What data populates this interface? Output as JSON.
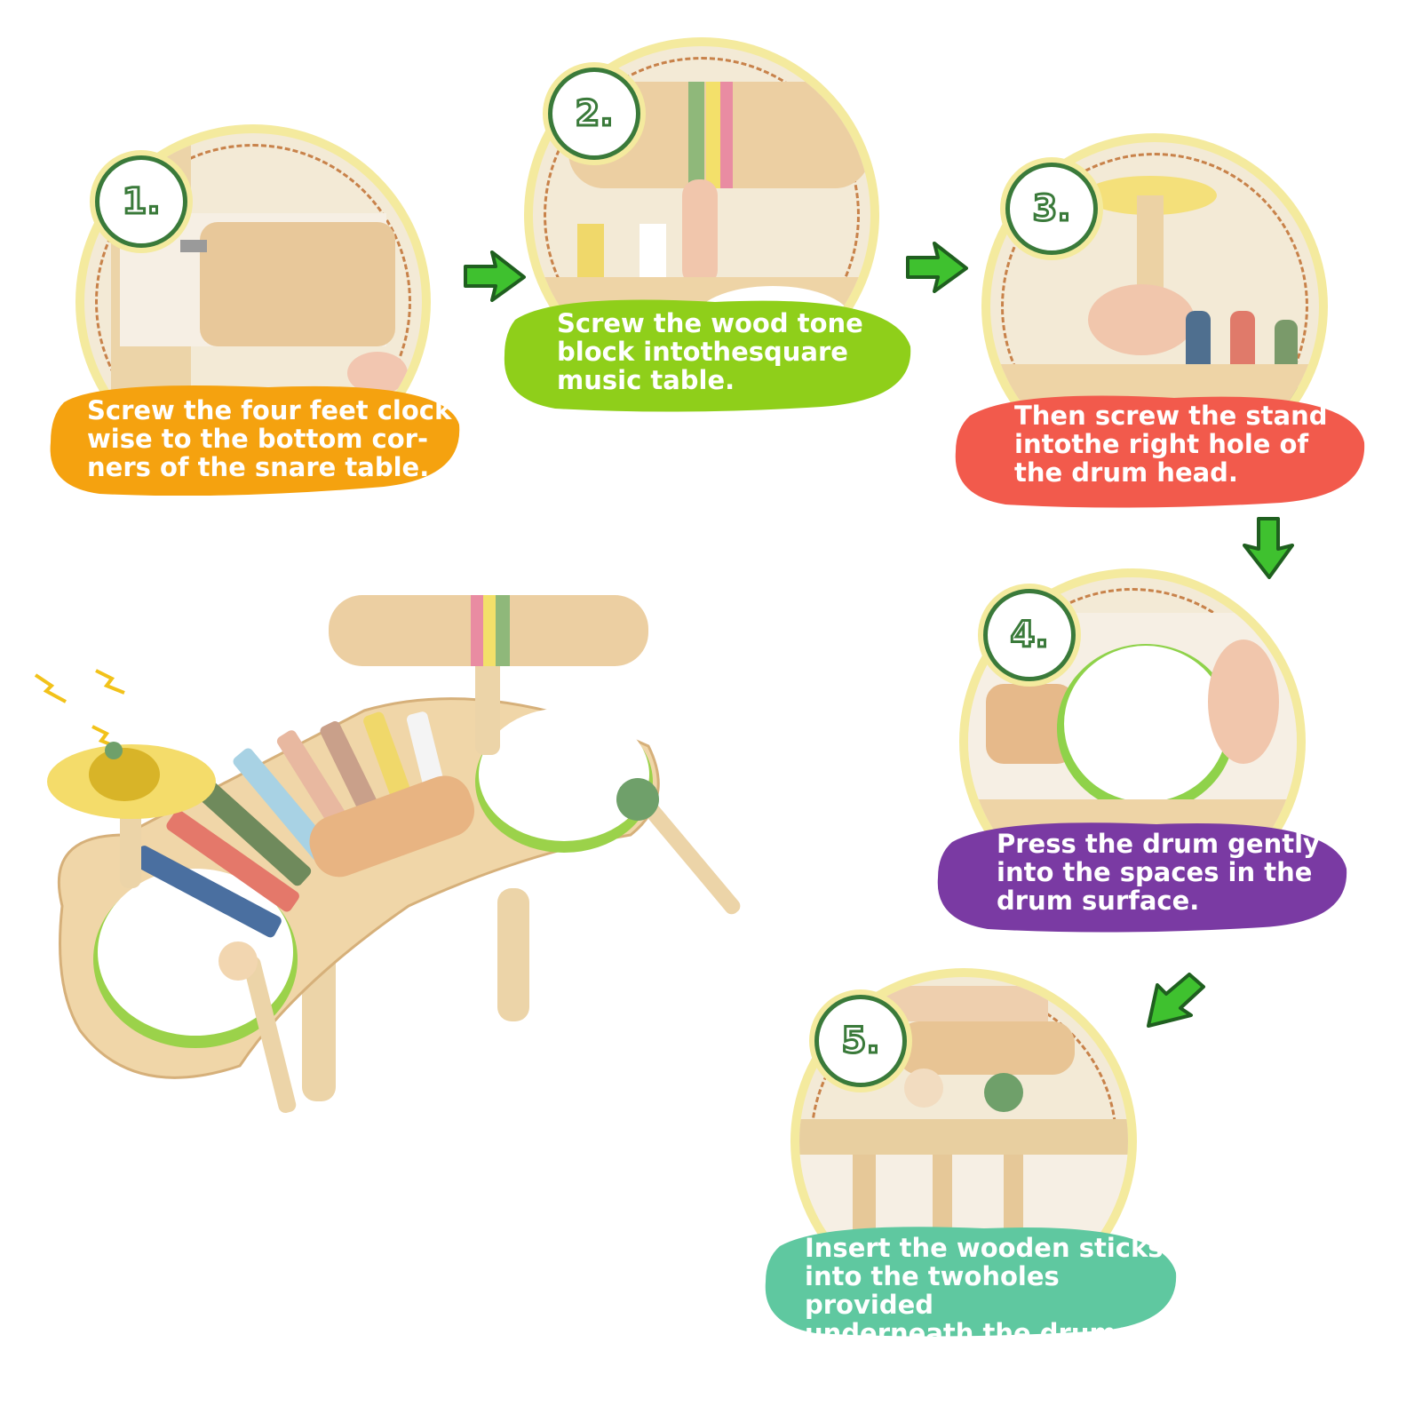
{
  "steps": [
    {
      "number": "1.",
      "text": "Screw the four feet clock-\nwise to the bottom cor-\nners of the snare table.",
      "color": "#f5a20f"
    },
    {
      "number": "2.",
      "text": "Screw the wood tone\nblock intothesquare\nmusic table.",
      "color": "#8fcf1a"
    },
    {
      "number": "3.",
      "text": "Then screw the stand\nintothe right hole of\nthe drum head.",
      "color": "#f25a4c"
    },
    {
      "number": "4.",
      "text": "Press the drum gently\ninto the spaces in the\ndrum surface.",
      "color": "#7a3aa3"
    },
    {
      "number": "5.",
      "text": "Insert the wooden sticks\ninto the twoholes provided\nunderneath the drums.",
      "color": "#5fc8a0"
    }
  ],
  "colors": {
    "arrow": "#3fc12f",
    "arrow_outline": "#1f5f1f",
    "wood": "#e9cda0",
    "circle_ring": "#f4ea9e"
  }
}
